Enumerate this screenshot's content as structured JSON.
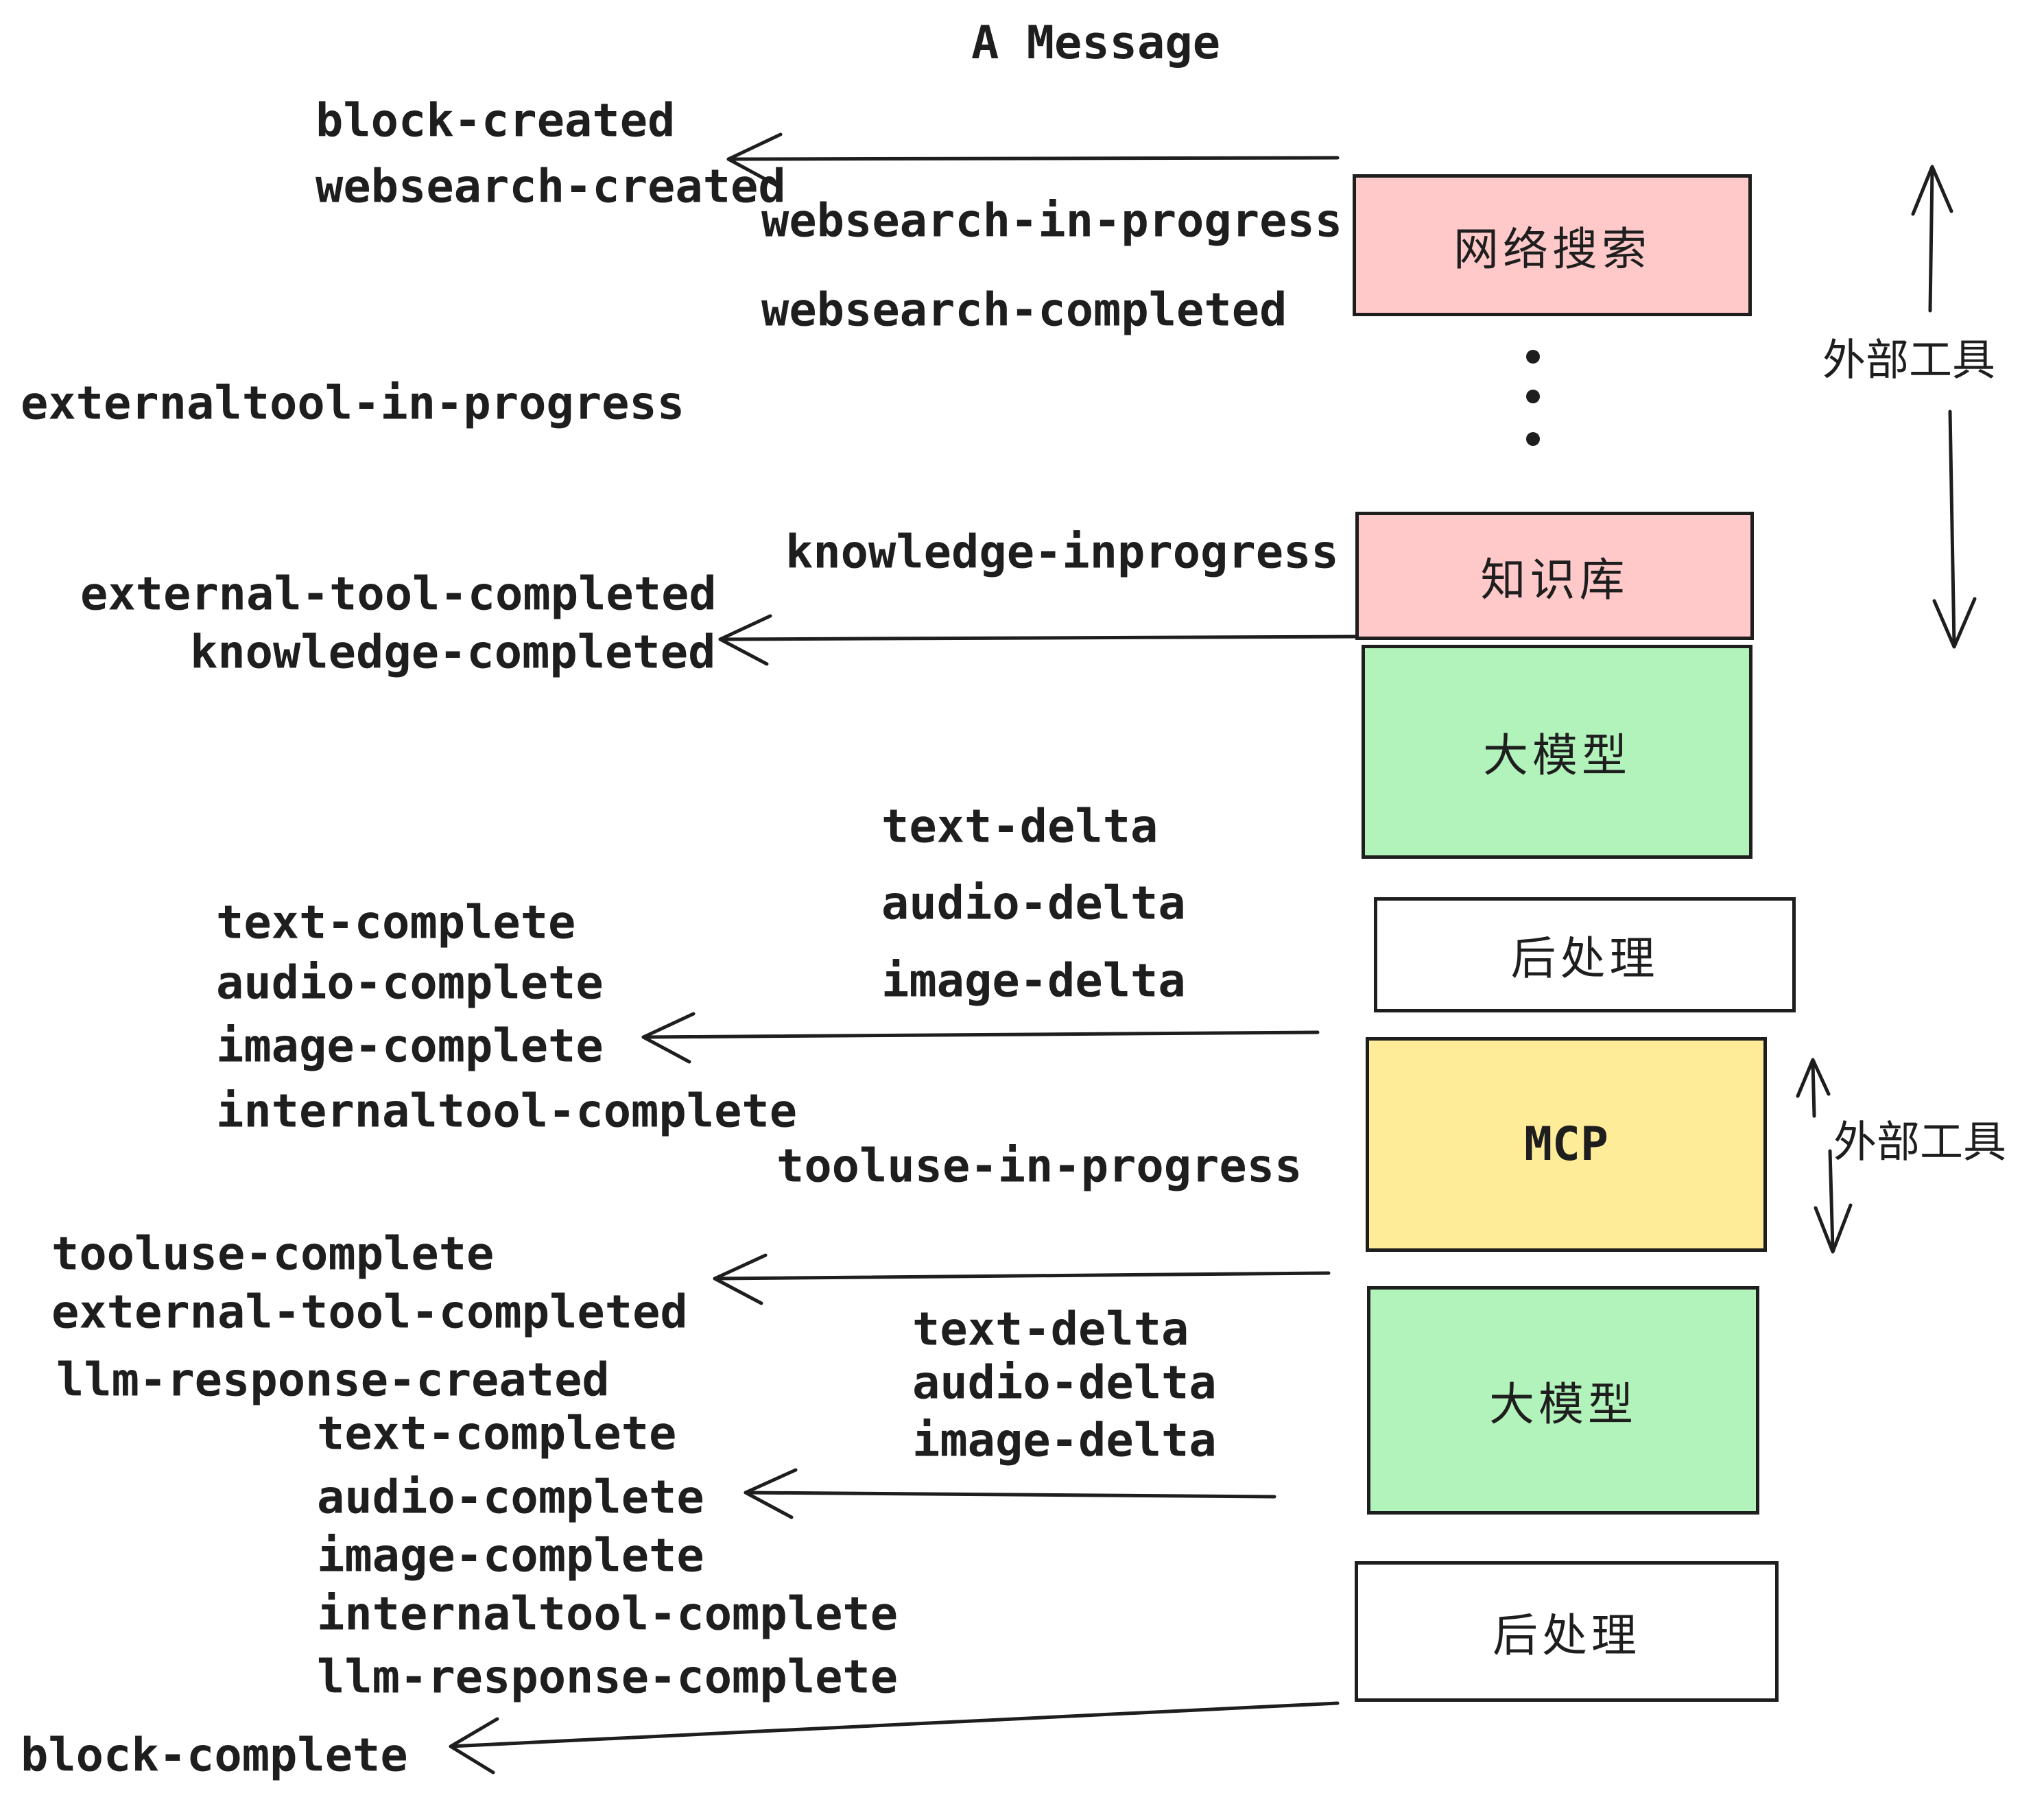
{
  "title": "A Message",
  "events": {
    "block_created": "block-created",
    "websearch_created": "websearch-created",
    "websearch_in_progress": "websearch-in-progress",
    "websearch_completed": "websearch-completed",
    "externaltool_in_progress": "externaltool-in-progress",
    "knowledge_inprogress": "knowledge-inprogress",
    "external_tool_completed": "external-tool-completed",
    "knowledge_completed": "knowledge-completed",
    "text_delta": "text-delta",
    "audio_delta": "audio-delta",
    "image_delta": "image-delta",
    "text_complete": "text-complete",
    "audio_complete": "audio-complete",
    "image_complete": "image-complete",
    "internaltool_complete": "internaltool-complete",
    "tooluse_in_progress": "tooluse-in-progress",
    "tooluse_complete": "tooluse-complete",
    "llm_response_created": "llm-response-created",
    "llm_response_complete": "llm-response-complete",
    "block_complete": "block-complete"
  },
  "nodes": {
    "web_search": "网络搜索",
    "knowledge_base": "知识库",
    "llm": "大模型",
    "post_process": "后处理",
    "mcp": "MCP"
  },
  "side_labels": {
    "external_tools": "外部工具"
  },
  "colors": {
    "external_tool_box_fill": "#ffc9c9",
    "llm_box_fill": "#b2f2bb",
    "mcp_box_fill": "#ffec99",
    "post_process_box_fill": "#ffffff",
    "stroke": "#1e1e1e",
    "background": "#ffffff"
  }
}
